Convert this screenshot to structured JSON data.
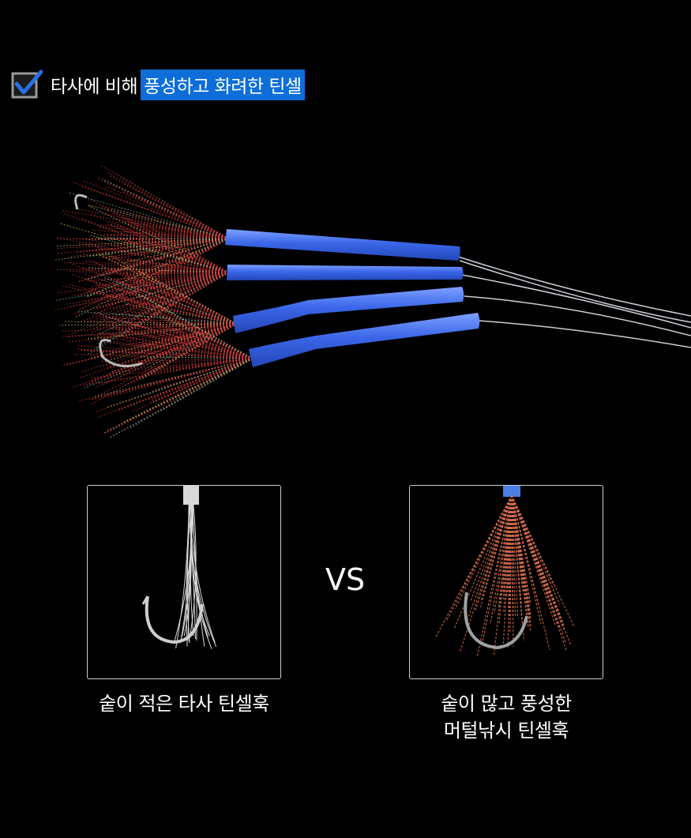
{
  "header": {
    "prefix": "타사에 비해",
    "highlight": "풍성하고 화려한 틴셀",
    "checkbox_icon": "checkmark-box-icon",
    "highlight_color": "#0d6dd9"
  },
  "hero": {
    "icon": "tinsel-hook-product-photo"
  },
  "comparison": {
    "vs_label": "VS",
    "left_caption": "숱이 적은 타사 틴셀훅",
    "right_caption_line1": "숱이 많고 풍성한",
    "right_caption_line2": "머털낚시 틴셀훅"
  },
  "colors": {
    "background": "#000000",
    "tube": "#3a66e8",
    "tinsel": "#c83a3a",
    "check": "#2a6fe0"
  }
}
